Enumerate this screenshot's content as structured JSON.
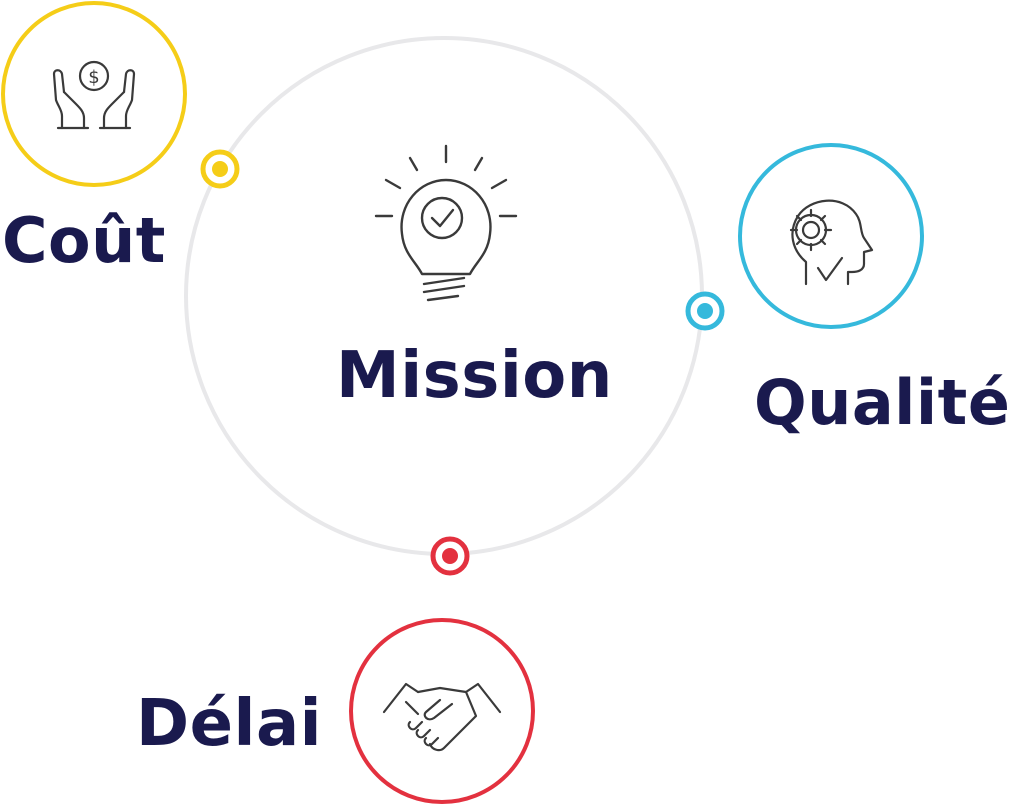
{
  "colors": {
    "text": "#1a1a4e",
    "ring": "#e8e8ea",
    "icon": "#3a3a3a",
    "cout": "#f5cd18",
    "qualite": "#35b9dc",
    "delai": "#e3313f"
  },
  "center": {
    "label": "Mission",
    "icon": "lightbulb-check-icon"
  },
  "nodes": [
    {
      "key": "cout",
      "label": "Coût",
      "icon": "hands-dollar-icon"
    },
    {
      "key": "qualite",
      "label": "Qualité",
      "icon": "head-gear-icon"
    },
    {
      "key": "delai",
      "label": "Délai",
      "icon": "handshake-icon"
    }
  ]
}
